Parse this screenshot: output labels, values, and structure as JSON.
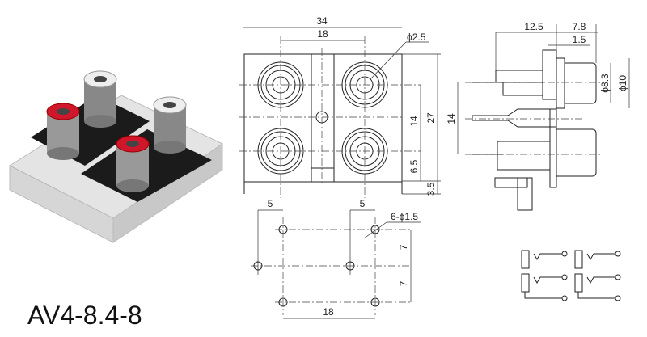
{
  "model": "AV4-8.4-8",
  "front_view": {
    "width": "34",
    "jack_spacing": "18",
    "hole_diameter": "ϕ2.5",
    "row_spacing": "14",
    "height": "27",
    "bottom_offset": "6.5",
    "pin_length": "3.5"
  },
  "side_view": {
    "depth": "12.5",
    "jack_length": "7.8",
    "flange": "1.5",
    "inner_diameter": "ϕ8.3",
    "outer_diameter": "ϕ10",
    "row_spacing": "14"
  },
  "footprint": {
    "offset_left": "5",
    "offset_right": "5",
    "holes": "6-ϕ1.5",
    "pitch_top": "7",
    "pitch_bottom": "7",
    "width": "18"
  },
  "colors": {
    "red_jack": "#d0162a",
    "white_jack": "#f2f2f2",
    "plate": "#1b1b1b",
    "base": "#e6e6e6"
  }
}
